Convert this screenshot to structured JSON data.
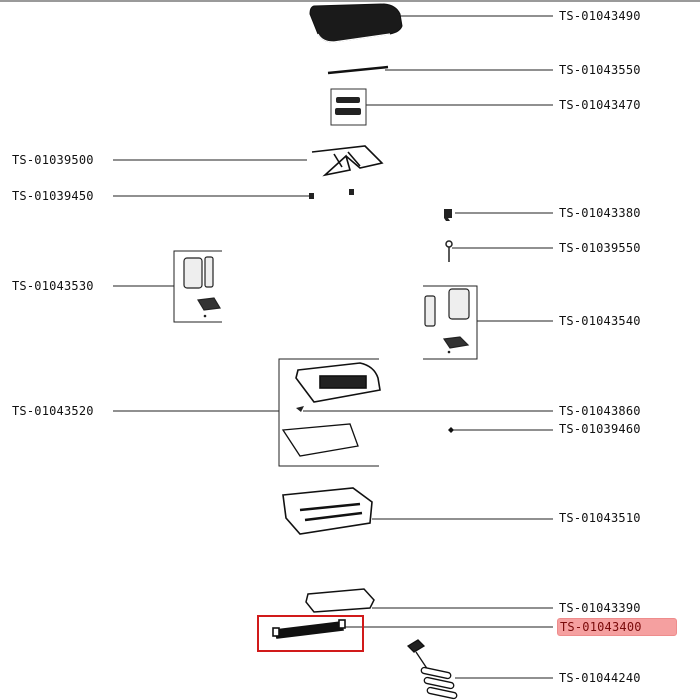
{
  "diagram": {
    "title": "Exploded parts diagram",
    "highlight_color": "#f5a0a0",
    "selection_color": "#d11a1a",
    "parts": [
      {
        "id": "p1",
        "code": "TS-01043490",
        "part": "grill-plate-top",
        "side": "right"
      },
      {
        "id": "p2",
        "code": "TS-01043550",
        "part": "seal-strip",
        "side": "right"
      },
      {
        "id": "p3",
        "code": "TS-01043470",
        "part": "hinge-set",
        "side": "right"
      },
      {
        "id": "p4",
        "code": "TS-01039500",
        "part": "upper-heating-element",
        "side": "left"
      },
      {
        "id": "p5",
        "code": "TS-01039450",
        "part": "element-clips",
        "side": "left"
      },
      {
        "id": "p6",
        "code": "TS-01043380",
        "part": "knob-clip",
        "side": "right"
      },
      {
        "id": "p7",
        "code": "TS-01039550",
        "part": "thermostat-probe",
        "side": "right"
      },
      {
        "id": "p8",
        "code": "TS-01043530",
        "part": "left-hinge-assembly",
        "side": "left"
      },
      {
        "id": "p9",
        "code": "TS-01043540",
        "part": "right-hinge-assembly",
        "side": "right"
      },
      {
        "id": "p10",
        "code": "TS-01043520",
        "part": "lower-plate-assembly",
        "side": "left"
      },
      {
        "id": "p11",
        "code": "TS-01043860",
        "part": "thermal-fuse",
        "side": "right"
      },
      {
        "id": "p12",
        "code": "TS-01039460",
        "part": "screw",
        "side": "right"
      },
      {
        "id": "p13",
        "code": "TS-01043510",
        "part": "base-housing",
        "side": "right"
      },
      {
        "id": "p14",
        "code": "TS-01043390",
        "part": "drip-tray",
        "side": "right"
      },
      {
        "id": "p15",
        "code": "TS-01043400",
        "part": "handle",
        "side": "right",
        "selected": true
      },
      {
        "id": "p16",
        "code": "TS-01044240",
        "part": "power-cord",
        "side": "right"
      }
    ]
  }
}
